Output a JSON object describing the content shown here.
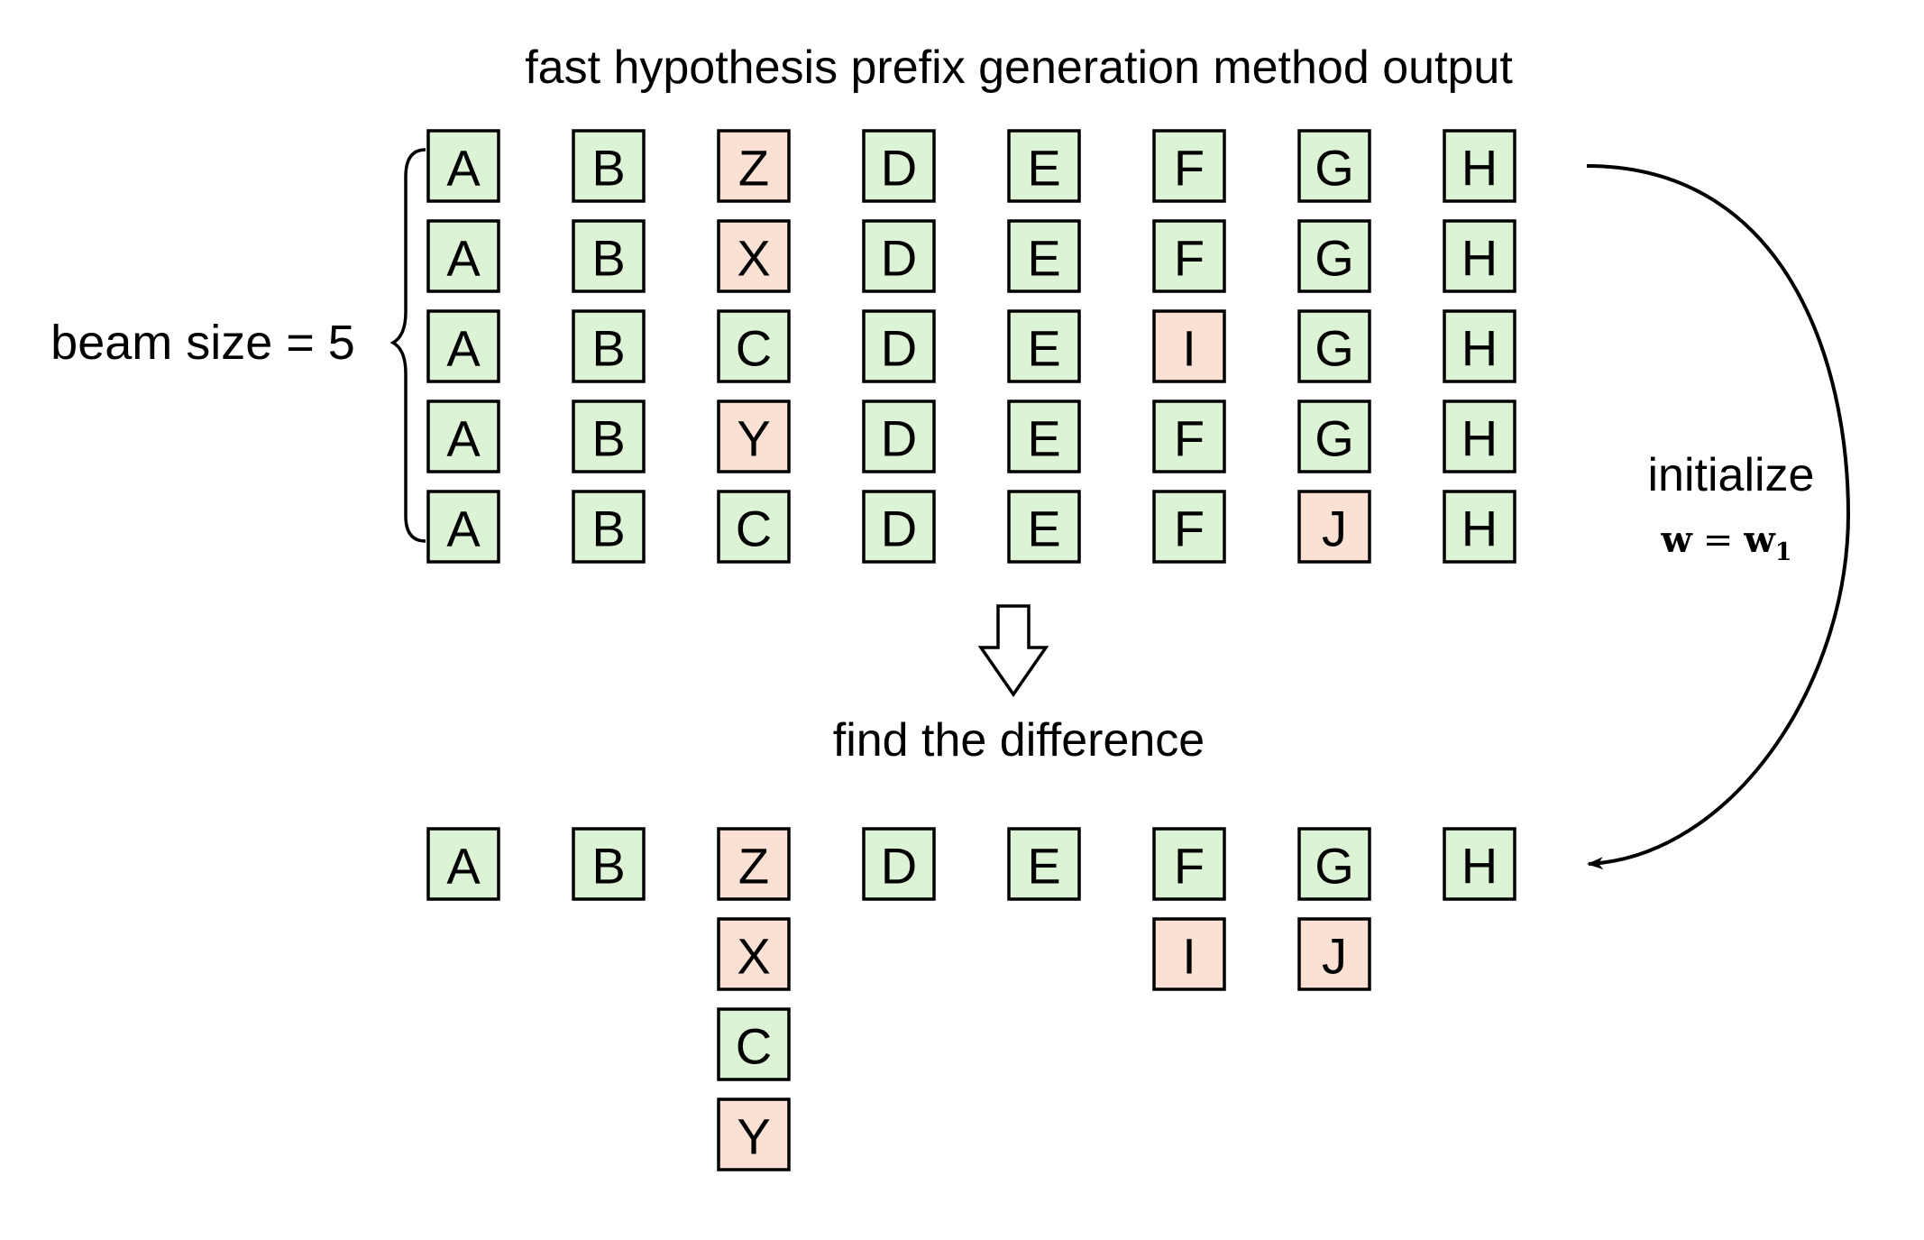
{
  "title": "fast hypothesis prefix generation method output",
  "beam_label": "beam size = 5",
  "step_label": "find the difference",
  "init_label": "initialize",
  "init_formula": {
    "lhs": "w",
    "eq": "=",
    "rhs": "w",
    "sub": "1"
  },
  "colors": {
    "same": "#dcf3d6",
    "diff": "#fbe0d4",
    "border": "#000000"
  },
  "beam": [
    [
      {
        "t": "A",
        "c": "same"
      },
      {
        "t": "B",
        "c": "same"
      },
      {
        "t": "Z",
        "c": "diff"
      },
      {
        "t": "D",
        "c": "same"
      },
      {
        "t": "E",
        "c": "same"
      },
      {
        "t": "F",
        "c": "same"
      },
      {
        "t": "G",
        "c": "same"
      },
      {
        "t": "H",
        "c": "same"
      }
    ],
    [
      {
        "t": "A",
        "c": "same"
      },
      {
        "t": "B",
        "c": "same"
      },
      {
        "t": "X",
        "c": "diff"
      },
      {
        "t": "D",
        "c": "same"
      },
      {
        "t": "E",
        "c": "same"
      },
      {
        "t": "F",
        "c": "same"
      },
      {
        "t": "G",
        "c": "same"
      },
      {
        "t": "H",
        "c": "same"
      }
    ],
    [
      {
        "t": "A",
        "c": "same"
      },
      {
        "t": "B",
        "c": "same"
      },
      {
        "t": "C",
        "c": "same"
      },
      {
        "t": "D",
        "c": "same"
      },
      {
        "t": "E",
        "c": "same"
      },
      {
        "t": "I",
        "c": "diff"
      },
      {
        "t": "G",
        "c": "same"
      },
      {
        "t": "H",
        "c": "same"
      }
    ],
    [
      {
        "t": "A",
        "c": "same"
      },
      {
        "t": "B",
        "c": "same"
      },
      {
        "t": "Y",
        "c": "diff"
      },
      {
        "t": "D",
        "c": "same"
      },
      {
        "t": "E",
        "c": "same"
      },
      {
        "t": "F",
        "c": "same"
      },
      {
        "t": "G",
        "c": "same"
      },
      {
        "t": "H",
        "c": "same"
      }
    ],
    [
      {
        "t": "A",
        "c": "same"
      },
      {
        "t": "B",
        "c": "same"
      },
      {
        "t": "C",
        "c": "same"
      },
      {
        "t": "D",
        "c": "same"
      },
      {
        "t": "E",
        "c": "same"
      },
      {
        "t": "F",
        "c": "same"
      },
      {
        "t": "J",
        "c": "diff"
      },
      {
        "t": "H",
        "c": "same"
      }
    ]
  ],
  "merged": [
    [
      {
        "t": "A",
        "c": "same"
      }
    ],
    [
      {
        "t": "B",
        "c": "same"
      }
    ],
    [
      {
        "t": "Z",
        "c": "diff"
      },
      {
        "t": "X",
        "c": "diff"
      },
      {
        "t": "C",
        "c": "same"
      },
      {
        "t": "Y",
        "c": "diff"
      }
    ],
    [
      {
        "t": "D",
        "c": "same"
      }
    ],
    [
      {
        "t": "E",
        "c": "same"
      }
    ],
    [
      {
        "t": "F",
        "c": "same"
      },
      {
        "t": "I",
        "c": "diff"
      }
    ],
    [
      {
        "t": "G",
        "c": "same"
      },
      {
        "t": "J",
        "c": "diff"
      }
    ],
    [
      {
        "t": "H",
        "c": "same"
      }
    ]
  ]
}
